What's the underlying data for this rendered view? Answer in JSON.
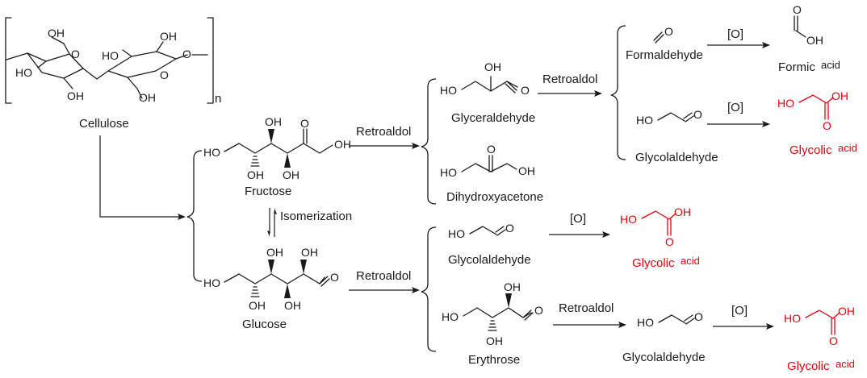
{
  "labels": {
    "cellulose": "Cellulose",
    "repeat_n": "n",
    "fructose": "Fructose",
    "glucose": "Glucose",
    "isomerization": "Isomerization",
    "retroaldol_fructose": "Retroaldol",
    "retroaldol_glucose": "Retroaldol",
    "retroaldol_glyceraldehyde": "Retroaldol",
    "retroaldol_erythrose": "Retroaldol",
    "glyceraldehyde": "Glyceraldehyde",
    "dihydroxyacetone": "Dihydroxyacetone",
    "formaldehyde": "Formaldehyde",
    "glycolaldehyde_top": "Glycolaldehyde",
    "formic_acid_1": "Formic",
    "formic_acid_2": "acid",
    "glycolic_top_1": "Glycolic",
    "glycolic_top_2": "acid",
    "glycolaldehyde_mid": "Glycolaldehyde",
    "glycolic_mid_1": "Glycolic",
    "glycolic_mid_2": "acid",
    "erythrose": "Erythrose",
    "glycolaldehyde_bottom": "Glycolaldehyde",
    "glycolic_bottom_1": "Glycolic",
    "glycolic_bottom_2": "acid",
    "oxidation": "[O]"
  },
  "atoms": {
    "oh": "OH",
    "ho": "HO",
    "o": "O"
  },
  "colors": {
    "ink": "#1a1a1a",
    "product_highlight": "#e8000b"
  }
}
